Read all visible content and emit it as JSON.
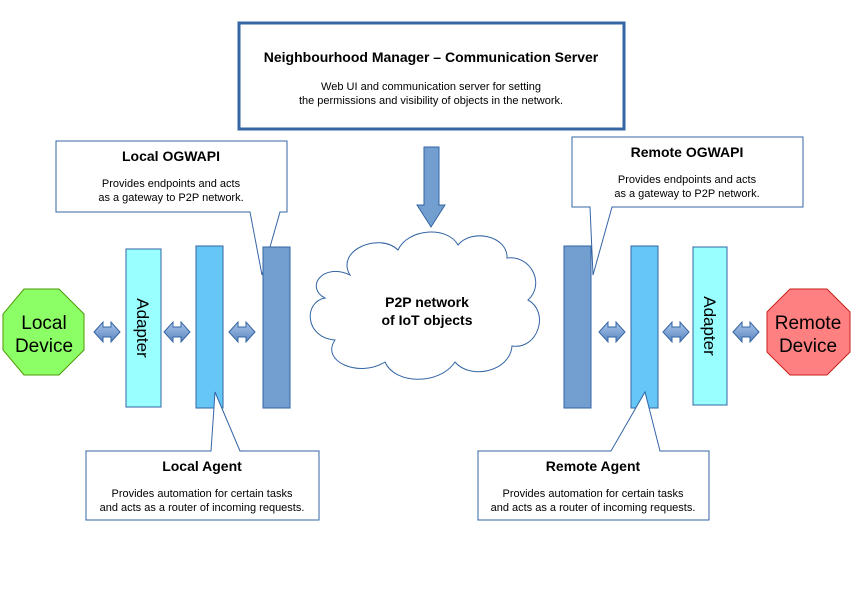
{
  "manager": {
    "title": "Neighbourhood Manager – Communication Server",
    "line1": "Web UI and communication server for setting",
    "line2": "the permissions and visibility of objects in the network."
  },
  "local_ogwapi": {
    "title": "Local OGWAPI",
    "line1": "Provides endpoints and acts",
    "line2": "as a gateway to P2P network."
  },
  "remote_ogwapi": {
    "title": "Remote OGWAPI",
    "line1": "Provides endpoints and acts",
    "line2": "as a gateway to P2P network."
  },
  "local_agent": {
    "title": "Local Agent",
    "line1": "Provides automation for certain tasks",
    "line2": "and acts as a router of incoming requests."
  },
  "remote_agent": {
    "title": "Remote Agent",
    "line1": "Provides automation for certain tasks",
    "line2": "and acts as a router of incoming requests."
  },
  "cloud": {
    "line1": "P2P network",
    "line2": "of IoT objects"
  },
  "local_device": {
    "line1": "Local",
    "line2": "Device"
  },
  "remote_device": {
    "line1": "Remote",
    "line2": "Device"
  },
  "local_adapter": {
    "label": "Adapter"
  },
  "remote_adapter": {
    "label": "Adapter"
  },
  "colors": {
    "ogwapi_bar": "#729fcf",
    "agent_bar": "#66c6f5",
    "adapter_bar": "#99ffff",
    "local_device": "#8cff66",
    "remote_device": "#ff8080",
    "manager_border": "#3465a4",
    "callout_border": "#3465a4"
  }
}
